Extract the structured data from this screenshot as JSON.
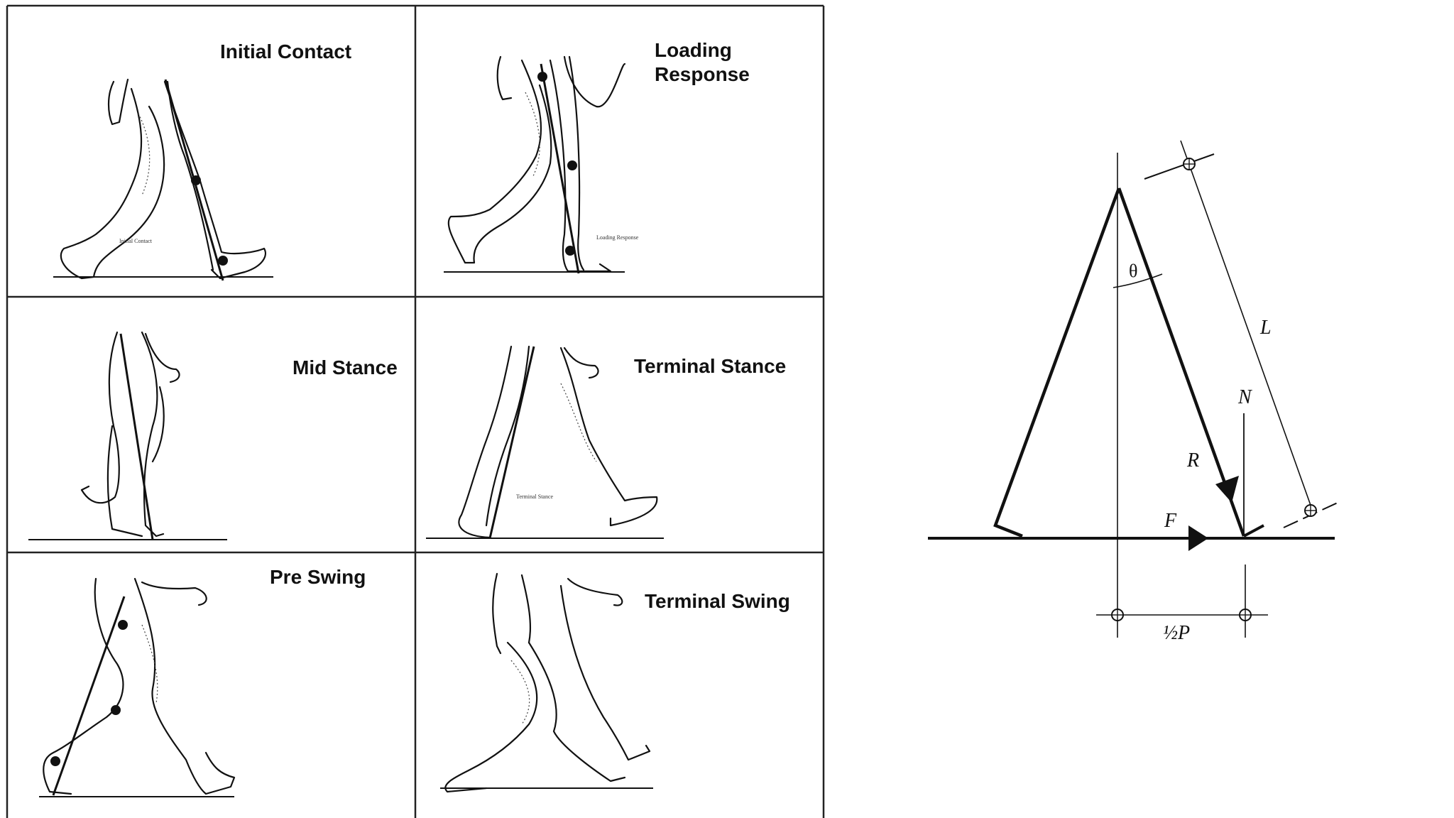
{
  "gait_panels": [
    {
      "id": "initial-contact",
      "title_lines": [
        "Initial Contact"
      ],
      "caption": "Initial  Contact"
    },
    {
      "id": "loading-response",
      "title_lines": [
        "Loading",
        "Response"
      ],
      "caption": "Loading Response"
    },
    {
      "id": "mid-stance",
      "title_lines": [
        "Mid Stance"
      ],
      "caption": ""
    },
    {
      "id": "terminal-stance",
      "title_lines": [
        "Terminal Stance"
      ],
      "caption": "Terminal Stance"
    },
    {
      "id": "pre-swing",
      "title_lines": [
        "Pre Swing"
      ],
      "caption": ""
    },
    {
      "id": "terminal-swing",
      "title_lines": [
        "Terminal Swing"
      ],
      "caption": ""
    }
  ],
  "mechanics": {
    "theta": "θ",
    "L": "L",
    "N": "N",
    "R": "R",
    "F": "F",
    "half_p": "½P"
  }
}
